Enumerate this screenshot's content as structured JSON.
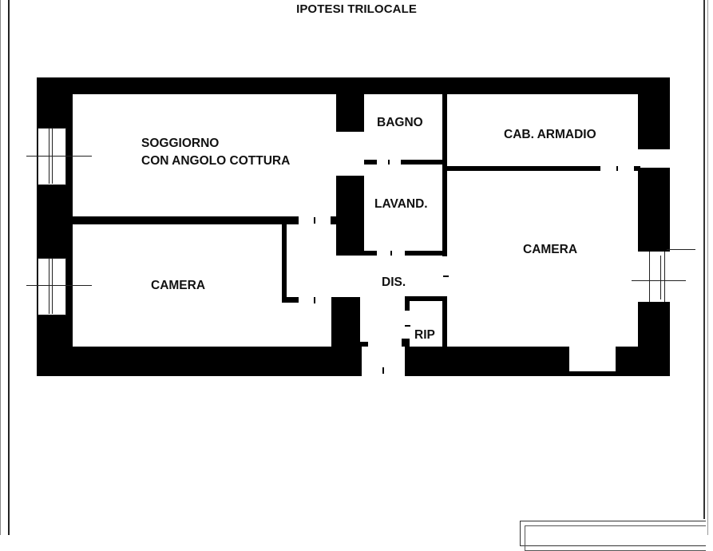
{
  "drawing": {
    "title": "IPOTESI TRILOCALE",
    "rooms": [
      {
        "id": "soggiorno",
        "label_line1": "SOGGIORNO",
        "label_line2": "CON ANGOLO COTTURA"
      },
      {
        "id": "bagno",
        "label": "BAGNO"
      },
      {
        "id": "cab-armadio",
        "label": "CAB. ARMADIO"
      },
      {
        "id": "lavand",
        "label": "LAVAND."
      },
      {
        "id": "camera-right",
        "label": "CAMERA"
      },
      {
        "id": "camera-left",
        "label": "CAMERA"
      },
      {
        "id": "dis",
        "label": "DIS."
      },
      {
        "id": "rip",
        "label": "RIP"
      }
    ],
    "entrance_symbol": "triangle-up",
    "colors": {
      "wall": "#000000",
      "background": "#ffffff",
      "text": "#111111"
    }
  }
}
